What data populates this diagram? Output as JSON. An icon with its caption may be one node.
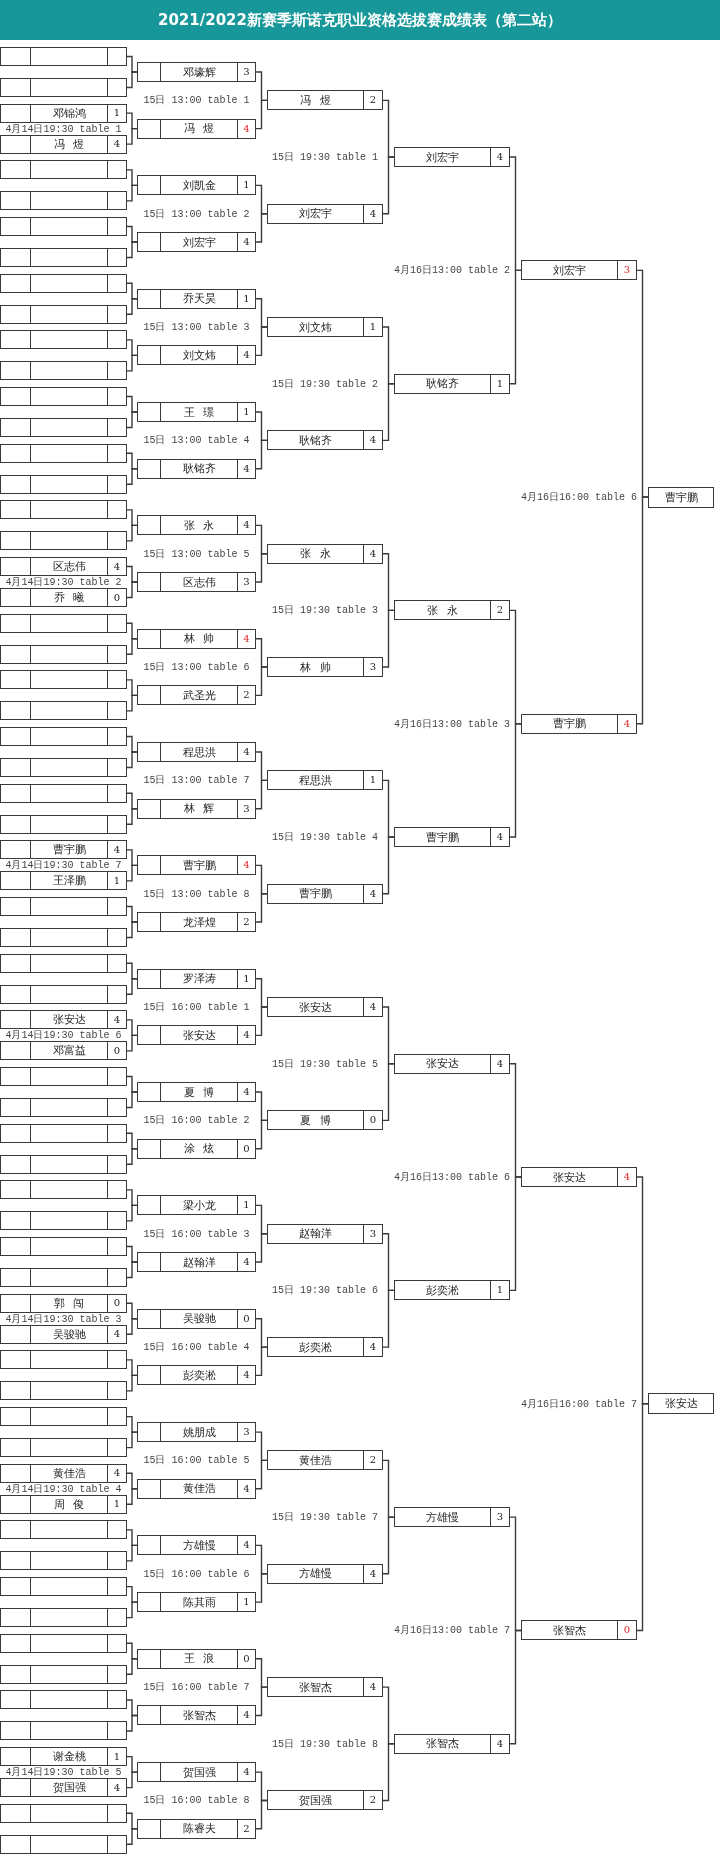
{
  "diagram": {
    "title": "2021/2022新赛季斯诺克职业资格选拔赛成绩表（第二站）",
    "nodes": [
      {
        "text": [],
        "shape": "box"
      },
      {
        "text": [],
        "shape": "box"
      },
      {
        "text": [
          "邓锦鸿",
          "1"
        ]
      },
      {
        "text": [
          "冯 煜",
          "4"
        ]
      },
      {
        "text": [],
        "shape": "box"
      },
      {
        "text": [],
        "shape": "box"
      },
      {
        "text": [],
        "shape": "box"
      },
      {
        "text": [],
        "shape": "box"
      },
      {
        "text": [],
        "shape": "box"
      },
      {
        "text": [],
        "shape": "box"
      },
      {
        "text": [],
        "shape": "box"
      },
      {
        "text": [],
        "shape": "box"
      },
      {
        "text": [],
        "shape": "box"
      },
      {
        "text": [],
        "shape": "box"
      },
      {
        "text": [],
        "shape": "box"
      },
      {
        "text": [],
        "shape": "box"
      },
      {
        "text": [],
        "shape": "box"
      },
      {
        "text": [],
        "shape": "box"
      },
      {
        "text": [
          "区志伟",
          "4"
        ]
      },
      {
        "text": [
          "乔 曦",
          "0"
        ]
      },
      {
        "text": [],
        "shape": "box"
      },
      {
        "text": [],
        "shape": "box"
      },
      {
        "text": [],
        "shape": "box"
      },
      {
        "text": [],
        "shape": "box"
      },
      {
        "text": [],
        "shape": "box"
      },
      {
        "text": [],
        "shape": "box"
      },
      {
        "text": [],
        "shape": "box"
      },
      {
        "text": [],
        "shape": "box"
      },
      {
        "text": [
          "曹宇鹏",
          "4"
        ]
      },
      {
        "text": [
          "王泽鹏",
          "1"
        ]
      },
      {
        "text": [],
        "shape": "box"
      },
      {
        "text": [],
        "shape": "box"
      },
      {
        "text": [],
        "shape": "box"
      },
      {
        "text": [],
        "shape": "box"
      },
      {
        "text": [
          "张安达",
          "4"
        ]
      },
      {
        "text": [
          "邓富益",
          "0"
        ]
      },
      {
        "text": [],
        "shape": "box"
      },
      {
        "text": [],
        "shape": "box"
      },
      {
        "text": [],
        "shape": "box"
      },
      {
        "text": [],
        "shape": "box"
      },
      {
        "text": [],
        "shape": "box"
      },
      {
        "text": [],
        "shape": "box"
      },
      {
        "text": [],
        "shape": "box"
      },
      {
        "text": [],
        "shape": "box"
      },
      {
        "text": [
          "郭 闯",
          "0"
        ]
      },
      {
        "text": [
          "吴骏驰",
          "4"
        ]
      },
      {
        "text": [],
        "shape": "box"
      },
      {
        "text": [],
        "shape": "box"
      },
      {
        "text": [],
        "shape": "box"
      },
      {
        "text": [],
        "shape": "box"
      },
      {
        "text": [
          "黄佳浩",
          "4"
        ]
      },
      {
        "text": [
          "周 俊",
          "1"
        ]
      },
      {
        "text": [],
        "shape": "box"
      },
      {
        "text": [],
        "shape": "box"
      },
      {
        "text": [],
        "shape": "box"
      },
      {
        "text": [],
        "shape": "box"
      },
      {
        "text": [],
        "shape": "box"
      },
      {
        "text": [],
        "shape": "box"
      },
      {
        "text": [],
        "shape": "box"
      },
      {
        "text": [],
        "shape": "box"
      },
      {
        "text": [
          "谢金桃",
          "1"
        ]
      },
      {
        "text": [
          "贺国强",
          "4"
        ]
      },
      {
        "text": [],
        "shape": "box"
      },
      {
        "text": [],
        "shape": "box"
      },
      {
        "text": [
          "邓壕辉",
          "3"
        ]
      },
      {
        "text": [
          "冯 煜",
          "4"
        ]
      },
      {
        "text": [
          "刘凯金",
          "1"
        ]
      },
      {
        "text": [
          "刘宏宇",
          "4"
        ]
      },
      {
        "text": [
          "乔天昊",
          "1"
        ]
      },
      {
        "text": [
          "刘文炜",
          "4"
        ]
      },
      {
        "text": [
          "王 璟",
          "1"
        ]
      },
      {
        "text": [
          "耿铭齐",
          "4"
        ]
      },
      {
        "text": [
          "张 永",
          "4"
        ]
      },
      {
        "text": [
          "区志伟",
          "3"
        ]
      },
      {
        "text": [
          "林 帅",
          "4"
        ]
      },
      {
        "text": [
          "武圣光",
          "2"
        ]
      },
      {
        "text": [
          "程思洪",
          "4"
        ]
      },
      {
        "text": [
          "林 辉",
          "3"
        ]
      },
      {
        "text": [
          "曹宇鹏",
          "4"
        ]
      },
      {
        "text": [
          "龙泽煌",
          "2"
        ]
      },
      {
        "text": [
          "罗泽涛",
          "1"
        ]
      },
      {
        "text": [
          "张安达",
          "4"
        ]
      },
      {
        "text": [
          "夏 博",
          "4"
        ]
      },
      {
        "text": [
          "涂 炫",
          "0"
        ]
      },
      {
        "text": [
          "梁小龙",
          "1"
        ]
      },
      {
        "text": [
          "赵翰洋",
          "4"
        ]
      },
      {
        "text": [
          "吴骏驰",
          "0"
        ]
      },
      {
        "text": [
          "彭奕淞",
          "4"
        ]
      },
      {
        "text": [
          "姚朋成",
          "3"
        ]
      },
      {
        "text": [
          "黄佳浩",
          "4"
        ]
      },
      {
        "text": [
          "方雄慢",
          "4"
        ]
      },
      {
        "text": [
          "陈其雨",
          "1"
        ]
      },
      {
        "text": [
          "王 浪",
          "0"
        ]
      },
      {
        "text": [
          "张智杰",
          "4"
        ]
      },
      {
        "text": [
          "贺国强",
          "4"
        ]
      },
      {
        "text": [
          "陈睿夫",
          "2"
        ]
      },
      {
        "text": [
          "冯 煜",
          "2"
        ]
      },
      {
        "text": [
          "刘宏宇",
          "4"
        ]
      },
      {
        "text": [
          "刘文炜",
          "1"
        ]
      },
      {
        "text": [
          "耿铭齐",
          "4"
        ]
      },
      {
        "text": [
          "张 永",
          "4"
        ]
      },
      {
        "text": [
          "林 帅",
          "3"
        ]
      },
      {
        "text": [
          "程思洪",
          "1"
        ]
      },
      {
        "text": [
          "曹宇鹏",
          "4"
        ]
      },
      {
        "text": [
          "张安达",
          "4"
        ]
      },
      {
        "text": [
          "夏 博",
          "0"
        ]
      },
      {
        "text": [
          "赵翰洋",
          "3"
        ]
      },
      {
        "text": [
          "彭奕淞",
          "4"
        ]
      },
      {
        "text": [
          "黄佳浩",
          "2"
        ]
      },
      {
        "text": [
          "方雄慢",
          "4"
        ]
      },
      {
        "text": [
          "张智杰",
          "4"
        ]
      },
      {
        "text": [
          "贺国强",
          "2"
        ]
      },
      {
        "text": [
          "刘宏宇",
          "4"
        ]
      },
      {
        "text": [
          "耿铭齐",
          "1"
        ]
      },
      {
        "text": [
          "张 永",
          "2"
        ]
      },
      {
        "text": [
          "曹宇鹏",
          "4"
        ]
      },
      {
        "text": [
          "张安达",
          "4"
        ]
      },
      {
        "text": [
          "彭奕淞",
          "1"
        ]
      },
      {
        "text": [
          "方雄慢",
          "3"
        ]
      },
      {
        "text": [
          "张智杰",
          "4"
        ]
      },
      {
        "text": [
          "刘宏宇",
          "3"
        ]
      },
      {
        "text": [
          "曹宇鹏",
          "4"
        ]
      },
      {
        "text": [
          "张安达",
          "4"
        ]
      },
      {
        "text": [
          "张智杰",
          "0"
        ]
      },
      {
        "text": [
          "曹宇鹏"
        ]
      },
      {
        "text": [
          "张安达"
        ]
      }
    ],
    "edges": [
      {
        "from": 0,
        "to": 64,
        "arrow": "none"
      },
      {
        "from": 1,
        "to": 64,
        "arrow": "none"
      },
      {
        "from": 2,
        "to": 65,
        "arrow": "none"
      },
      {
        "from": 3,
        "to": 65,
        "arrow": "none"
      },
      {
        "from": 4,
        "to": 66,
        "arrow": "none"
      },
      {
        "from": 5,
        "to": 66,
        "arrow": "none"
      },
      {
        "from": 6,
        "to": 67,
        "arrow": "none"
      },
      {
        "from": 7,
        "to": 67,
        "arrow": "none"
      },
      {
        "from": 8,
        "to": 68,
        "arrow": "none"
      },
      {
        "from": 9,
        "to": 68,
        "arrow": "none"
      },
      {
        "from": 10,
        "to": 69,
        "arrow": "none"
      },
      {
        "from": 11,
        "to": 69,
        "arrow": "none"
      },
      {
        "from": 12,
        "to": 70,
        "arrow": "none"
      },
      {
        "from": 13,
        "to": 70,
        "arrow": "none"
      },
      {
        "from": 14,
        "to": 71,
        "arrow": "none"
      },
      {
        "from": 15,
        "to": 71,
        "arrow": "none"
      },
      {
        "from": 16,
        "to": 72,
        "arrow": "none"
      },
      {
        "from": 17,
        "to": 72,
        "arrow": "none"
      },
      {
        "from": 18,
        "to": 73,
        "arrow": "none"
      },
      {
        "from": 19,
        "to": 73,
        "arrow": "none"
      },
      {
        "from": 20,
        "to": 74,
        "arrow": "none"
      },
      {
        "from": 21,
        "to": 74,
        "arrow": "none"
      },
      {
        "from": 22,
        "to": 75,
        "arrow": "none"
      },
      {
        "from": 23,
        "to": 75,
        "arrow": "none"
      },
      {
        "from": 24,
        "to": 76,
        "arrow": "none"
      },
      {
        "from": 25,
        "to": 76,
        "arrow": "none"
      },
      {
        "from": 26,
        "to": 77,
        "arrow": "none"
      },
      {
        "from": 27,
        "to": 77,
        "arrow": "none"
      },
      {
        "from": 28,
        "to": 78,
        "arrow": "none"
      },
      {
        "from": 29,
        "to": 78,
        "arrow": "none"
      },
      {
        "from": 30,
        "to": 79,
        "arrow": "none"
      },
      {
        "from": 31,
        "to": 79,
        "arrow": "none"
      },
      {
        "from": 32,
        "to": 80,
        "arrow": "none"
      },
      {
        "from": 33,
        "to": 80,
        "arrow": "none"
      },
      {
        "from": 34,
        "to": 81,
        "arrow": "none"
      },
      {
        "from": 35,
        "to": 81,
        "arrow": "none"
      },
      {
        "from": 36,
        "to": 82,
        "arrow": "none"
      },
      {
        "from": 37,
        "to": 82,
        "arrow": "none"
      },
      {
        "from": 38,
        "to": 83,
        "arrow": "none"
      },
      {
        "from": 39,
        "to": 83,
        "arrow": "none"
      },
      {
        "from": 40,
        "to": 84,
        "arrow": "none"
      },
      {
        "from": 41,
        "to": 84,
        "arrow": "none"
      },
      {
        "from": 42,
        "to": 85,
        "arrow": "none"
      },
      {
        "from": 43,
        "to": 85,
        "arrow": "none"
      },
      {
        "from": 44,
        "to": 86,
        "arrow": "none"
      },
      {
        "from": 45,
        "to": 86,
        "arrow": "none"
      },
      {
        "from": 46,
        "to": 87,
        "arrow": "none"
      },
      {
        "from": 47,
        "to": 87,
        "arrow": "none"
      },
      {
        "from": 48,
        "to": 88,
        "arrow": "none"
      },
      {
        "from": 49,
        "to": 88,
        "arrow": "none"
      },
      {
        "from": 50,
        "to": 89,
        "arrow": "none"
      },
      {
        "from": 51,
        "to": 89,
        "arrow": "none"
      },
      {
        "from": 52,
        "to": 90,
        "arrow": "none"
      },
      {
        "from": 53,
        "to": 90,
        "arrow": "none"
      },
      {
        "from": 54,
        "to": 91,
        "arrow": "none"
      },
      {
        "from": 55,
        "to": 91,
        "arrow": "none"
      },
      {
        "from": 56,
        "to": 92,
        "arrow": "none"
      },
      {
        "from": 57,
        "to": 92,
        "arrow": "none"
      },
      {
        "from": 58,
        "to": 93,
        "arrow": "none"
      },
      {
        "from": 59,
        "to": 93,
        "arrow": "none"
      },
      {
        "from": 60,
        "to": 94,
        "arrow": "none"
      },
      {
        "from": 61,
        "to": 94,
        "arrow": "none"
      },
      {
        "from": 62,
        "to": 95,
        "arrow": "none"
      },
      {
        "from": 63,
        "to": 95,
        "arrow": "none"
      },
      {
        "from": 64,
        "to": 96,
        "arrow": "none"
      },
      {
        "from": 65,
        "to": 96,
        "arrow": "none"
      },
      {
        "from": 66,
        "to": 97,
        "arrow": "none"
      },
      {
        "from": 67,
        "to": 97,
        "arrow": "none"
      },
      {
        "from": 68,
        "to": 98,
        "arrow": "none"
      },
      {
        "from": 69,
        "to": 98,
        "arrow": "none"
      },
      {
        "from": 70,
        "to": 99,
        "arrow": "none"
      },
      {
        "from": 71,
        "to": 99,
        "arrow": "none"
      },
      {
        "from": 72,
        "to": 100,
        "arrow": "none"
      },
      {
        "from": 73,
        "to": 100,
        "arrow": "none"
      },
      {
        "from": 74,
        "to": 101,
        "arrow": "none"
      },
      {
        "from": 75,
        "to": 101,
        "arrow": "none"
      },
      {
        "from": 76,
        "to": 102,
        "arrow": "none"
      },
      {
        "from": 77,
        "to": 102,
        "arrow": "none"
      },
      {
        "from": 78,
        "to": 103,
        "arrow": "none"
      },
      {
        "from": 79,
        "to": 103,
        "arrow": "none"
      },
      {
        "from": 80,
        "to": 104,
        "arrow": "none"
      },
      {
        "from": 81,
        "to": 104,
        "arrow": "none"
      },
      {
        "from": 82,
        "to": 105,
        "arrow": "none"
      },
      {
        "from": 83,
        "to": 105,
        "arrow": "none"
      },
      {
        "from": 84,
        "to": 106,
        "arrow": "none"
      },
      {
        "from": 85,
        "to": 106,
        "arrow": "none"
      },
      {
        "from": 86,
        "to": 107,
        "arrow": "none"
      },
      {
        "from": 87,
        "to": 107,
        "arrow": "none"
      },
      {
        "from": 88,
        "to": 108,
        "arrow": "none"
      },
      {
        "from": 89,
        "to": 108,
        "arrow": "none"
      },
      {
        "from": 90,
        "to": 109,
        "arrow": "none"
      },
      {
        "from": 91,
        "to": 109,
        "arrow": "none"
      },
      {
        "from": 92,
        "to": 110,
        "arrow": "none"
      },
      {
        "from": 93,
        "to": 110,
        "arrow": "none"
      },
      {
        "from": 94,
        "to": 111,
        "arrow": "none"
      },
      {
        "from": 95,
        "to": 111,
        "arrow": "none"
      },
      {
        "from": 96,
        "to": 112,
        "arrow": "none"
      },
      {
        "from": 97,
        "to": 112,
        "arrow": "none"
      },
      {
        "from": 98,
        "to": 113,
        "arrow": "none"
      },
      {
        "from": 99,
        "to": 113,
        "arrow": "none"
      },
      {
        "from": 100,
        "to": 114,
        "arrow": "none"
      },
      {
        "from": 101,
        "to": 114,
        "arrow": "none"
      },
      {
        "from": 102,
        "to": 115,
        "arrow": "none"
      },
      {
        "from": 103,
        "to": 115,
        "arrow": "none"
      },
      {
        "from": 104,
        "to": 116,
        "arrow": "none"
      },
      {
        "from": 105,
        "to": 116,
        "arrow": "none"
      },
      {
        "from": 106,
        "to": 117,
        "arrow": "none"
      },
      {
        "from": 107,
        "to": 117,
        "arrow": "none"
      },
      {
        "from": 108,
        "to": 118,
        "arrow": "none"
      },
      {
        "from": 109,
        "to": 118,
        "arrow": "none"
      },
      {
        "from": 110,
        "to": 119,
        "arrow": "none"
      },
      {
        "from": 111,
        "to": 119,
        "arrow": "none"
      },
      {
        "from": 112,
        "to": 120,
        "arrow": "none"
      },
      {
        "from": 113,
        "to": 120,
        "arrow": "none"
      },
      {
        "from": 114,
        "to": 121,
        "arrow": "none"
      },
      {
        "from": 115,
        "to": 121,
        "arrow": "none"
      },
      {
        "from": 116,
        "to": 122,
        "arrow": "none"
      },
      {
        "from": 117,
        "to": 122,
        "arrow": "none"
      },
      {
        "from": 118,
        "to": 123,
        "arrow": "none"
      },
      {
        "from": 119,
        "to": 123,
        "arrow": "none"
      },
      {
        "from": 120,
        "to": 124,
        "arrow": "none"
      },
      {
        "from": 121,
        "to": 124,
        "arrow": "none"
      },
      {
        "from": 122,
        "to": 125,
        "arrow": "none"
      },
      {
        "from": 123,
        "to": 125,
        "arrow": "none"
      }
    ],
    "labels": [
      "4月14日19:30 table 1",
      "4月14日19:30 table 2",
      "4月14日19:30 table 7",
      "4月14日19:30 table 6",
      "4月14日19:30 table 3",
      "4月14日19:30 table 4",
      "4月14日19:30 table 5",
      "15日 13:00 table 1",
      "15日 13:00 table 2",
      "15日 13:00 table 3",
      "15日 13:00 table 4",
      "15日 13:00 table 5",
      "15日 13:00 table 6",
      "15日 13:00 table 7",
      "15日 13:00 table 8",
      "15日 16:00 table 1",
      "15日 16:00 table 2",
      "15日 16:00 table 3",
      "15日 16:00 table 4",
      "15日 16:00 table 5",
      "15日 16:00 table 6",
      "15日 16:00 table 7",
      "15日 16:00 table 8",
      "15日 19:30 table 1",
      "15日 19:30 table 2",
      "15日 19:30 table 3",
      "15日 19:30 table 4",
      "15日 19:30 table 5",
      "15日 19:30 table 6",
      "15日 19:30 table 7",
      "15日 19:30 table 8",
      "4月16日13:00 table 2",
      "4月16日13:00 table 3",
      "4月16日13:00 table 6",
      "4月16日13:00 table 7",
      "4月16日16:00 table 6",
      "4月16日16:00 table 7"
    ]
  }
}
